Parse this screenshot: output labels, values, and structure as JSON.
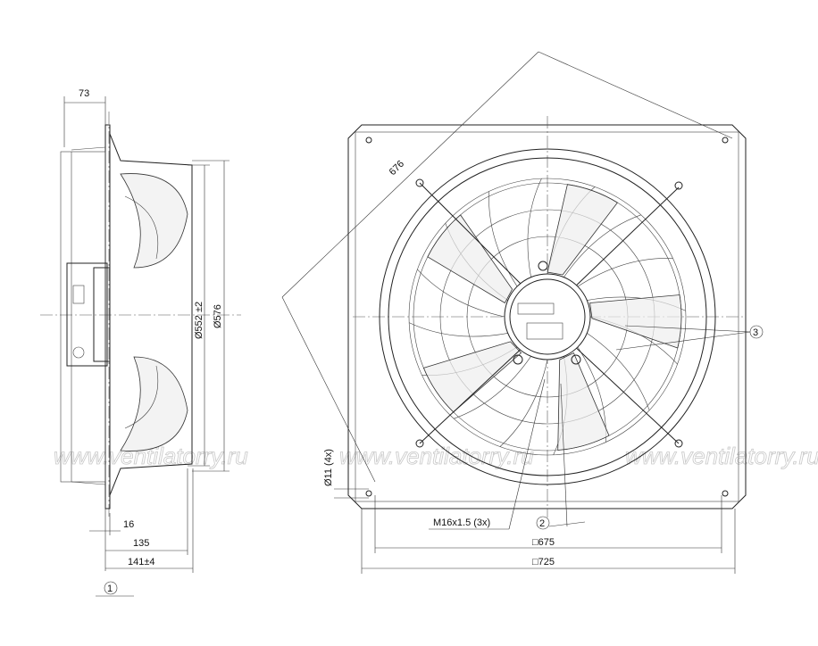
{
  "side_view": {
    "dim_depth_top": "73",
    "dim_dia_inner": "Ø552 ±2",
    "dim_dia_outer": "Ø576",
    "dim_16": "16",
    "dim_135": "135",
    "dim_141": "141±4",
    "callout_1": "1"
  },
  "front_view": {
    "dim_diagonal": "676",
    "dim_hole": "Ø11 (4x)",
    "dim_thread": "M16x1.5 (3x)",
    "dim_675": "□675",
    "dim_725": "□725",
    "callout_2": "2",
    "callout_3": "3"
  },
  "watermark": "www.ventilatorry.ru"
}
